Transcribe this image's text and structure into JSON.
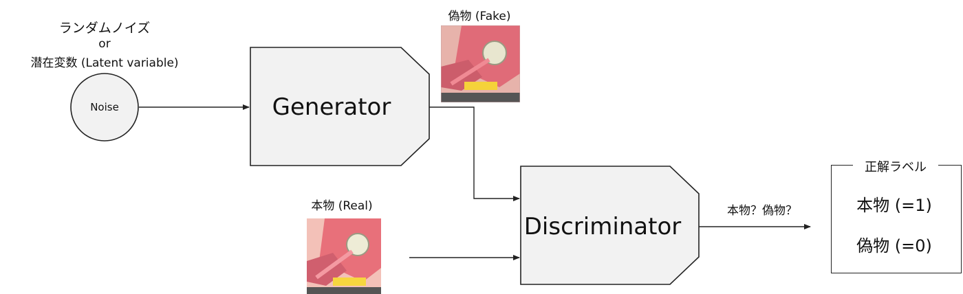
{
  "noise_caption": {
    "line1": "ランダムノイズ",
    "line2": "or",
    "line3": "潜在変数 (Latent variable)"
  },
  "noise_node": {
    "label": "Noise"
  },
  "generator": {
    "label": "Generator"
  },
  "discriminator": {
    "label": "Discriminator"
  },
  "fake_image": {
    "caption": "偽物 (Fake)"
  },
  "real_image": {
    "caption": "本物 (Real)"
  },
  "output_question": "本物？偽物？",
  "label_box": {
    "title": "正解ラベル",
    "real_label": "本物 (=1)",
    "fake_label": "偽物 (=0)"
  },
  "colors": {
    "block_fill": "#f2f2f2",
    "stroke": "#222222",
    "image_bg": "#f4b6b4",
    "image_accent": "#e8707a"
  }
}
